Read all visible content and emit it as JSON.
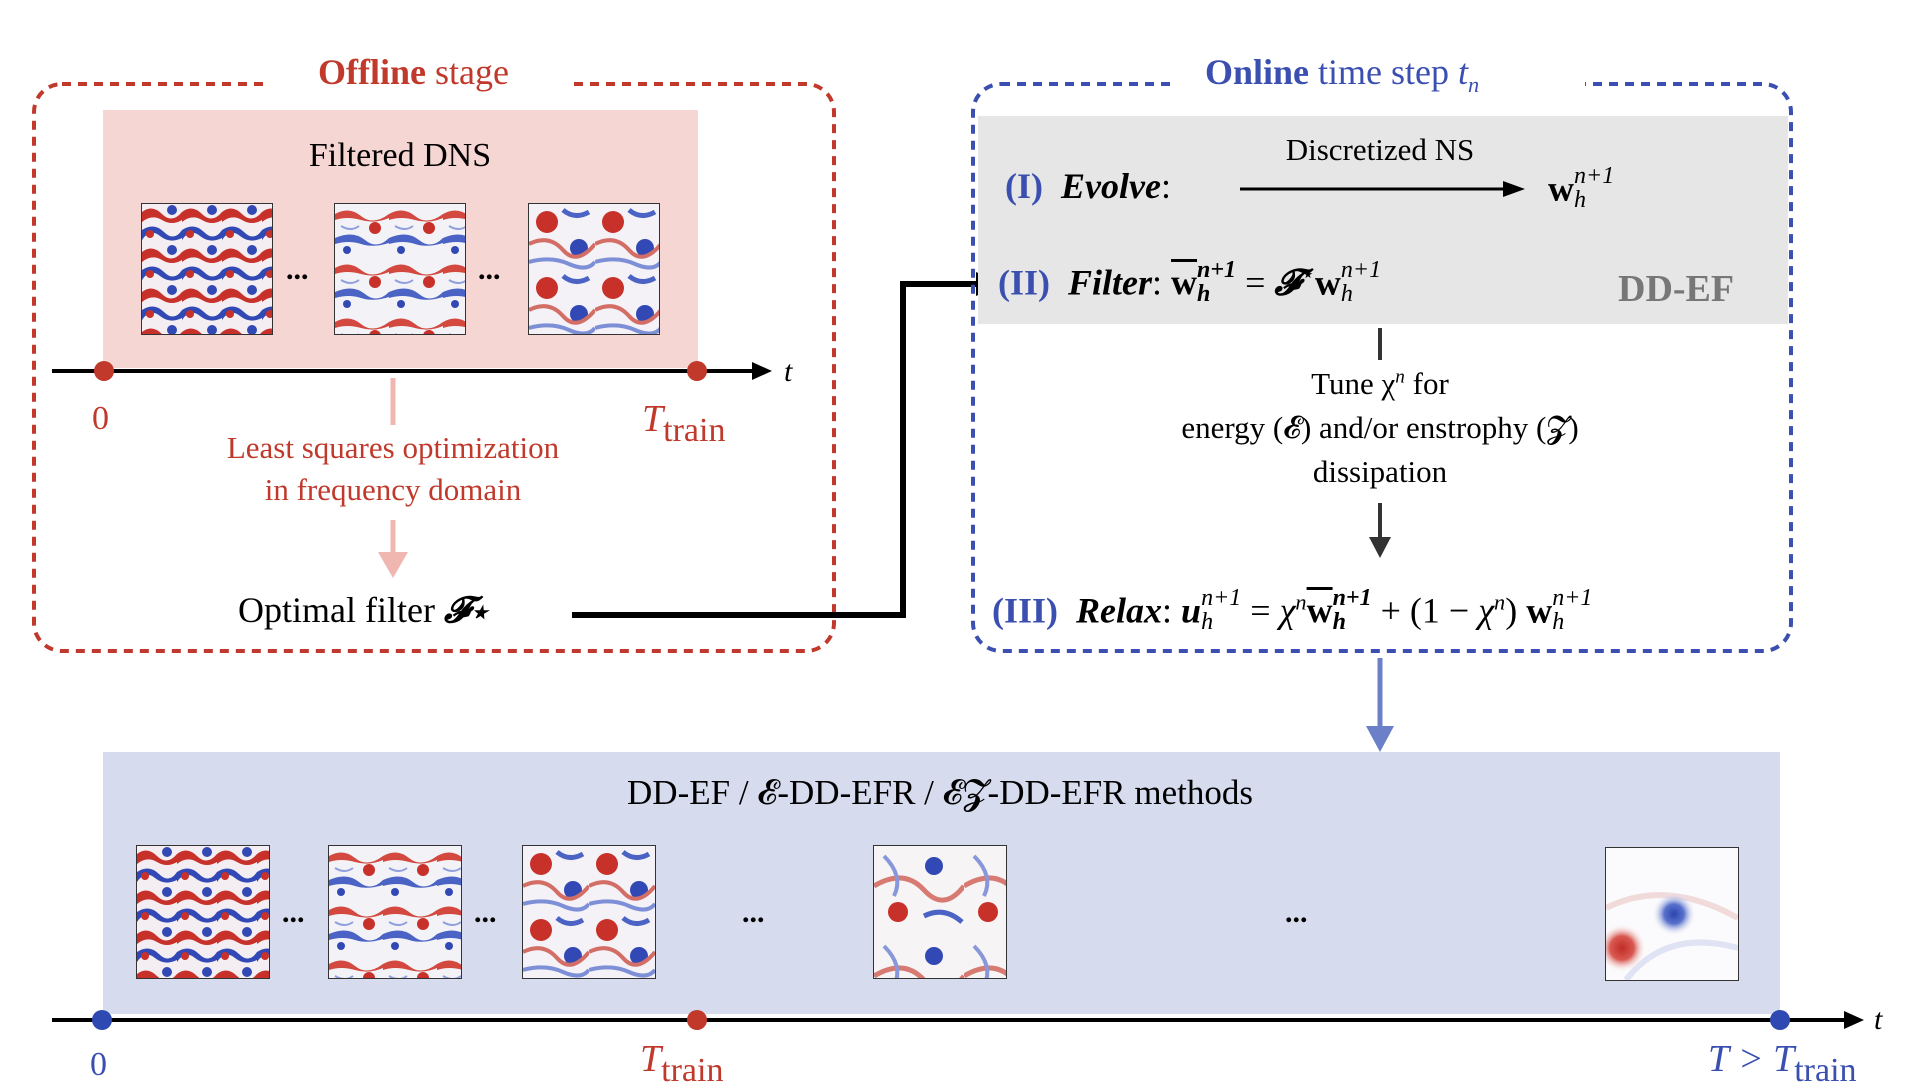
{
  "offline": {
    "title_bold": "Offline",
    "title_rest": "stage",
    "panel_title": "Filtered DNS",
    "ellipsis": "...",
    "axis_t": "t",
    "tick_zero": "0",
    "tick_train_T": "T",
    "tick_train_sub": "train",
    "optimization_line1": "Least squares optimization",
    "optimization_line2": "in frequency domain",
    "optimal_filter_label": "Optimal filter",
    "optimal_filter_symbol": "𝓕⋆"
  },
  "online": {
    "title_bold": "Online",
    "title_rest": "time step",
    "title_var": "t",
    "title_sub": "n",
    "step1_num": "(I)",
    "step1_name": "Evolve",
    "step1_arrow_label": "Discretized NS",
    "step1_result": "w",
    "step2_num": "(II)",
    "step2_name": "Filter",
    "step3_num": "(III)",
    "step3_name": "Relax",
    "ddef_badge": "DD-EF",
    "tune_line1": "Tune χ",
    "tune_line1_sup": "n",
    "tune_line1_rest": "for",
    "tune_line2": "energy (𝓔) and/or enstrophy (𝓩)",
    "tune_line3": "dissipation",
    "sup_n1": "n+1",
    "sub_h": "h",
    "sup_n": "n"
  },
  "methods": {
    "title": "DD-EF / 𝓔-DD-EFR / 𝓔𝓩-DD-EFR methods",
    "ellipsis": "...",
    "axis_t": "t",
    "tick_zero": "0",
    "tick_train_T": "T",
    "tick_train_sub": "train",
    "tick_final": "T > T",
    "tick_final_sub": "train"
  },
  "colors": {
    "offline_red": "#c0392b",
    "offline_fill": "#f5d6d2",
    "online_blue": "#3a4fb0",
    "online_grey_fill": "#e6e6e6",
    "methods_fill": "#d6dbee",
    "axis_blue_dot": "#2f49b3",
    "light_red_arrow": "#f0b6b0",
    "blue_arrow": "#6b80c9"
  }
}
